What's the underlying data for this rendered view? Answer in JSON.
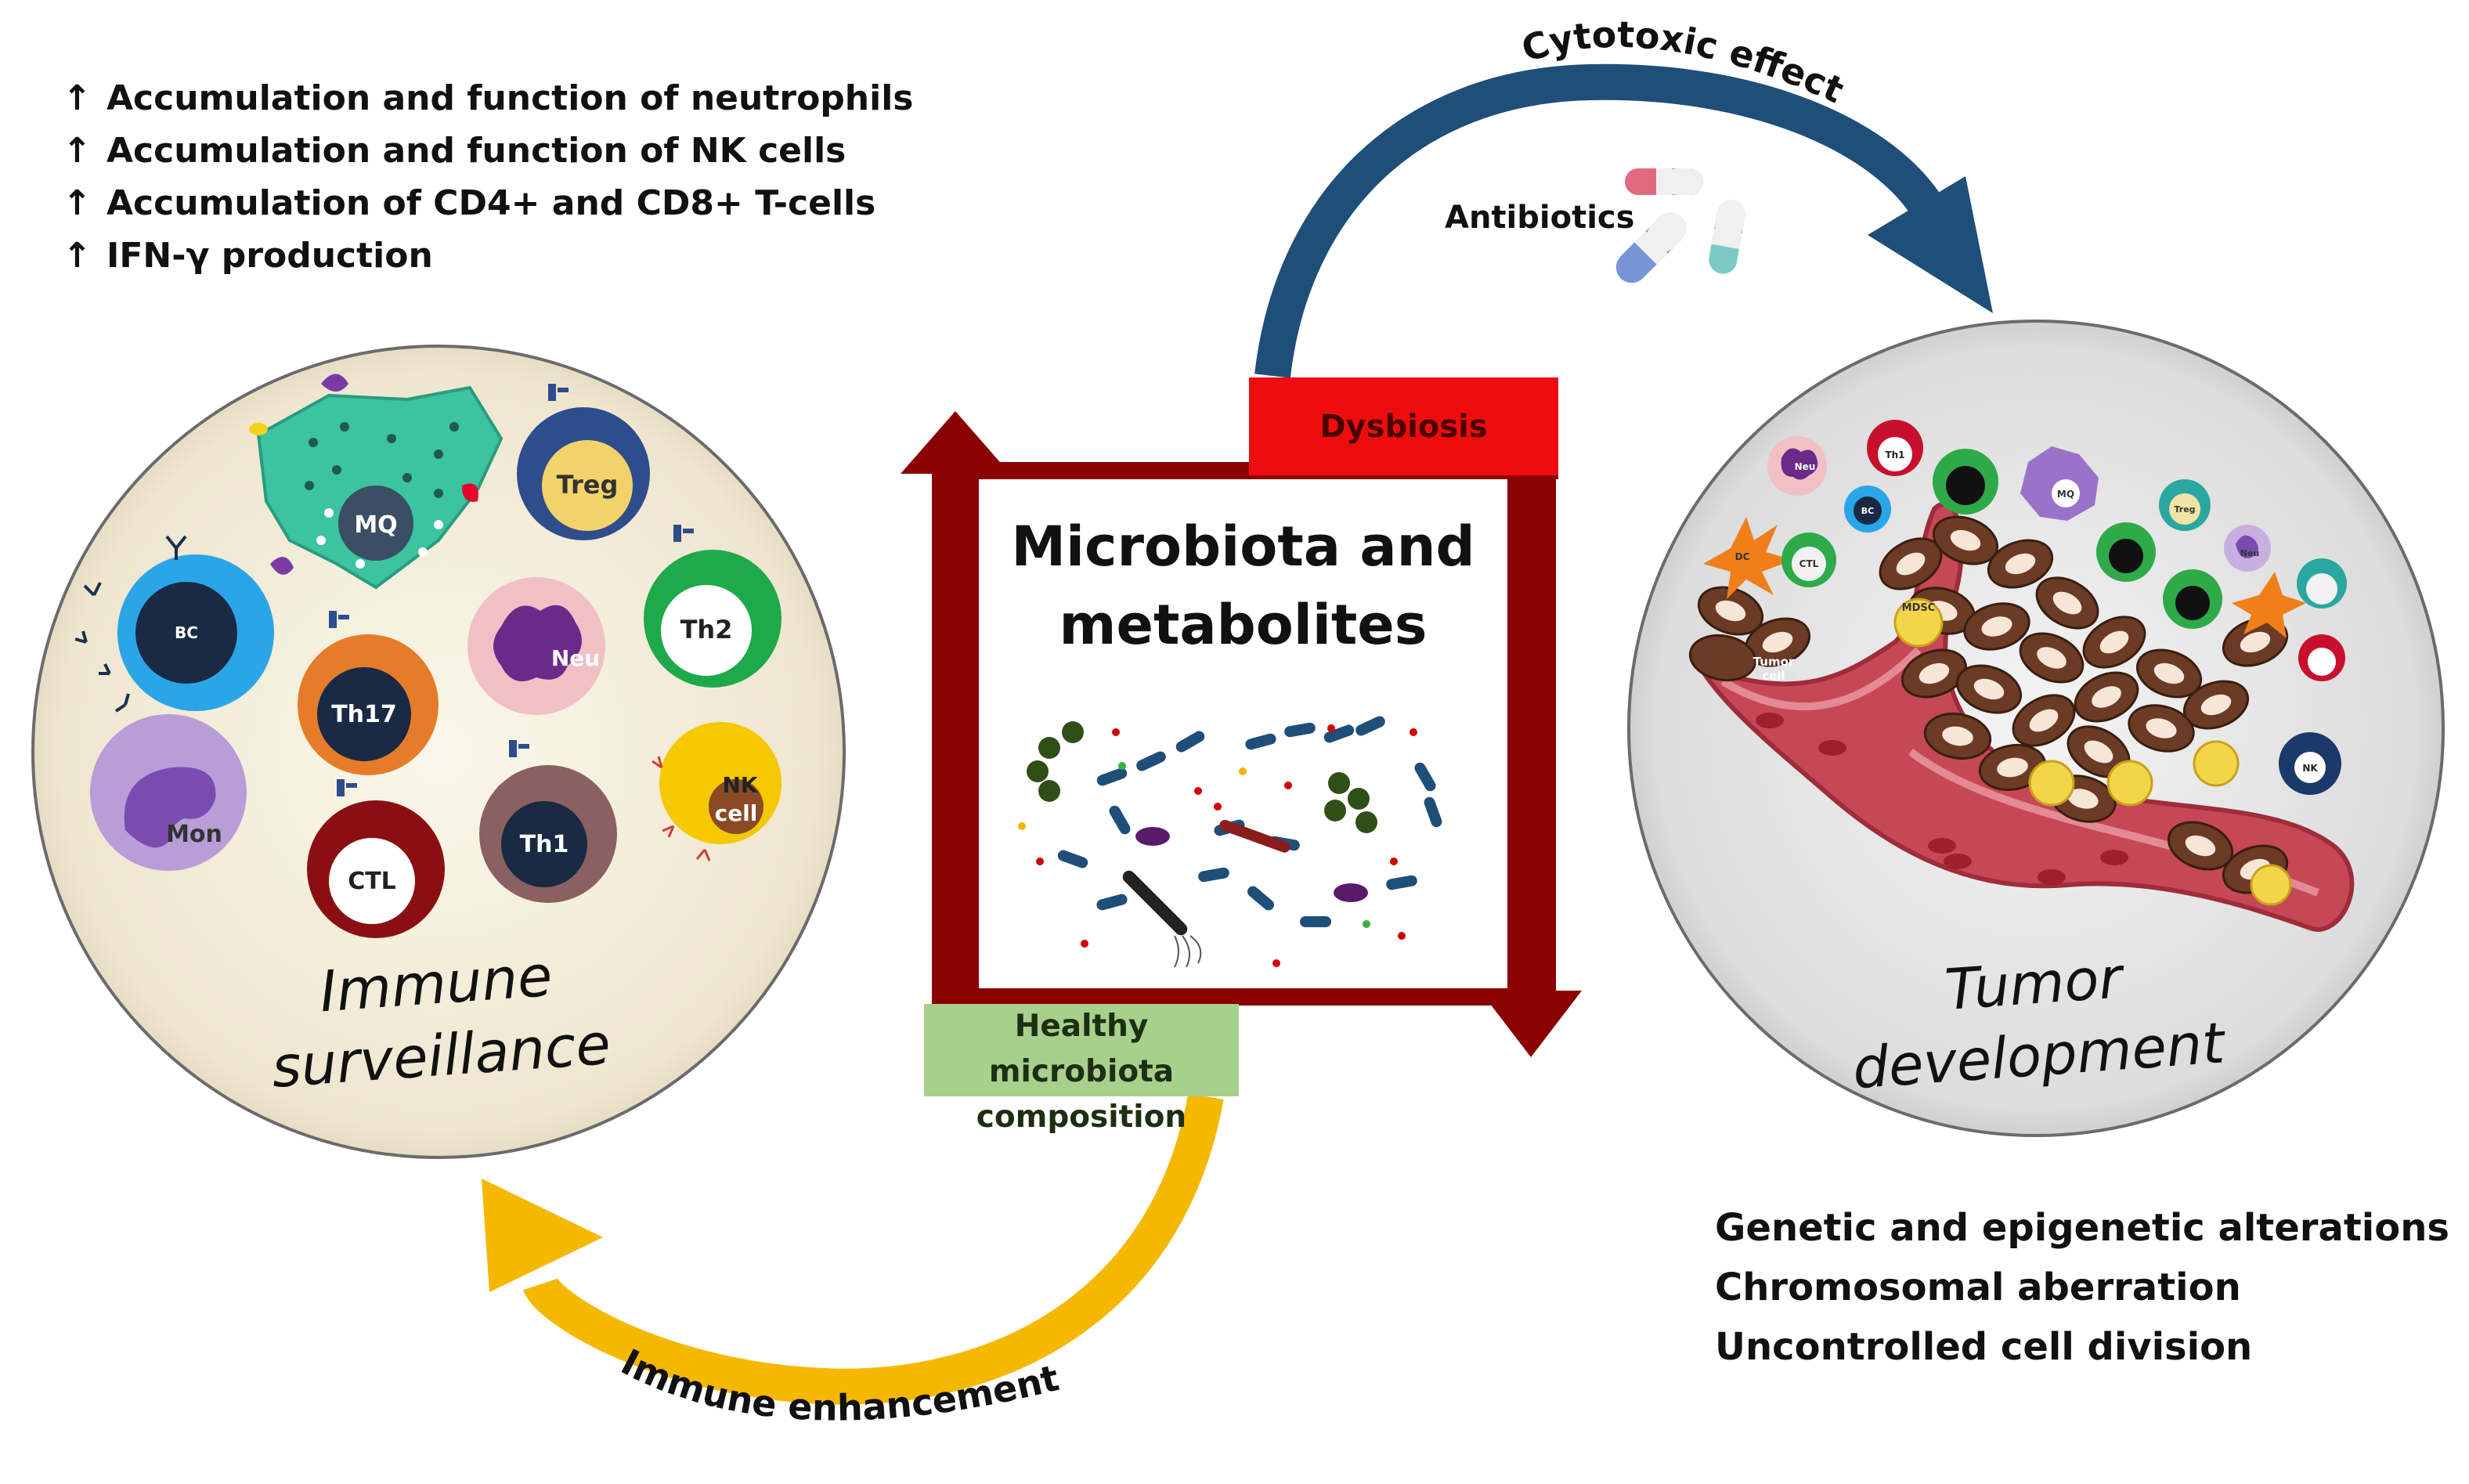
{
  "top_left_list": [
    "Accumulation and function of neutrophils",
    "Accumulation and function of NK cells",
    "Accumulation of CD4+ and CD8+ T-cells",
    "IFN-γ production"
  ],
  "up_arrow_symbol": "↑",
  "cytotoxic_label": "Cytotoxic effect",
  "antibiotics_label": "Antibiotics",
  "dysbiosis_label": "Dysbiosis",
  "center_title_line1": "Microbiota and",
  "center_title_line2": "metabolites",
  "healthy_line1": "Healthy microbiota",
  "healthy_line2": "composition",
  "immune_label_line1": "Immune",
  "immune_label_line2": "surveillance",
  "tumor_label_line1": "Tumor",
  "tumor_label_line2": "development",
  "enhancement_label": "Immune enhancement",
  "bottom_right_list": [
    "Genetic and epigenetic alterations",
    "Chromosomal aberration",
    "Uncontrolled cell division"
  ],
  "left_cells": {
    "mq": "MQ",
    "treg": "Treg",
    "bc": "BC",
    "th2": "Th2",
    "th17": "Th17",
    "neu": "Neu",
    "mon": "Mon",
    "ctl": "CTL",
    "th1": "Th1",
    "nk_line1": "NK",
    "nk_line2": "cell"
  },
  "right_cells": {
    "neu": "Neu",
    "th1": "Th1",
    "bc": "BC",
    "mq": "MQ",
    "treg": "Treg",
    "dc": "DC",
    "ctl": "CTL",
    "mdsc": "MDSC",
    "neu2": "Neu",
    "tumor_cell_line1": "Tumor",
    "tumor_cell_line2": "cell",
    "nk": "NK"
  },
  "colors": {
    "dark_red": "#8b0000",
    "navy_arrow": "#1f4e79",
    "gold_arrow": "#f5b800",
    "dysbiosis": "#ee0d0d",
    "healthy": "#a8d08d"
  }
}
